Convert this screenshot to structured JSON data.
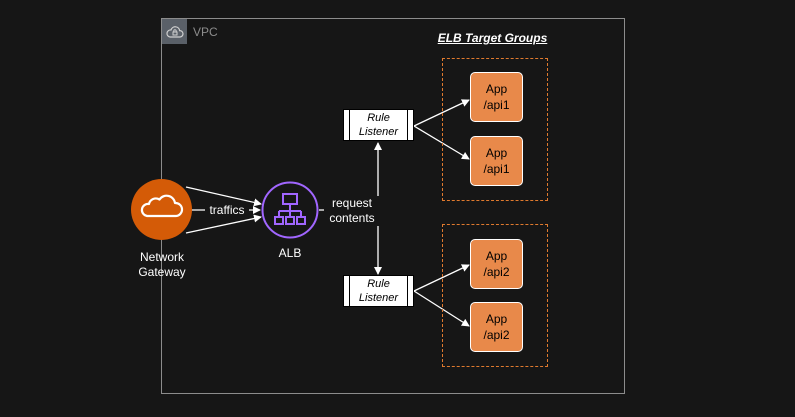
{
  "vpc": {
    "label": "VPC",
    "icon": "cloud-lock-icon"
  },
  "target_groups_title": "ELB Target Groups",
  "network_gateway": {
    "label_line1": "Network",
    "label_line2": "Gateway",
    "icon": "cloud-icon",
    "color": "#d45b07"
  },
  "alb": {
    "label": "ALB",
    "icon": "load-balancer-icon",
    "color": "#a166ff"
  },
  "traffic_label": "traffics",
  "request_label": {
    "line1": "request",
    "line2": "contents"
  },
  "listeners": [
    {
      "line1": "Rule",
      "line2": "Listener"
    },
    {
      "line1": "Rule",
      "line2": "Listener"
    }
  ],
  "apps": [
    {
      "name": "App",
      "path": "/api1"
    },
    {
      "name": "App",
      "path": "/api1"
    },
    {
      "name": "App",
      "path": "/api2"
    },
    {
      "name": "App",
      "path": "/api2"
    }
  ],
  "colors": {
    "app_fill": "#e8894a",
    "group_border": "#e07a2e",
    "background": "#161616"
  }
}
